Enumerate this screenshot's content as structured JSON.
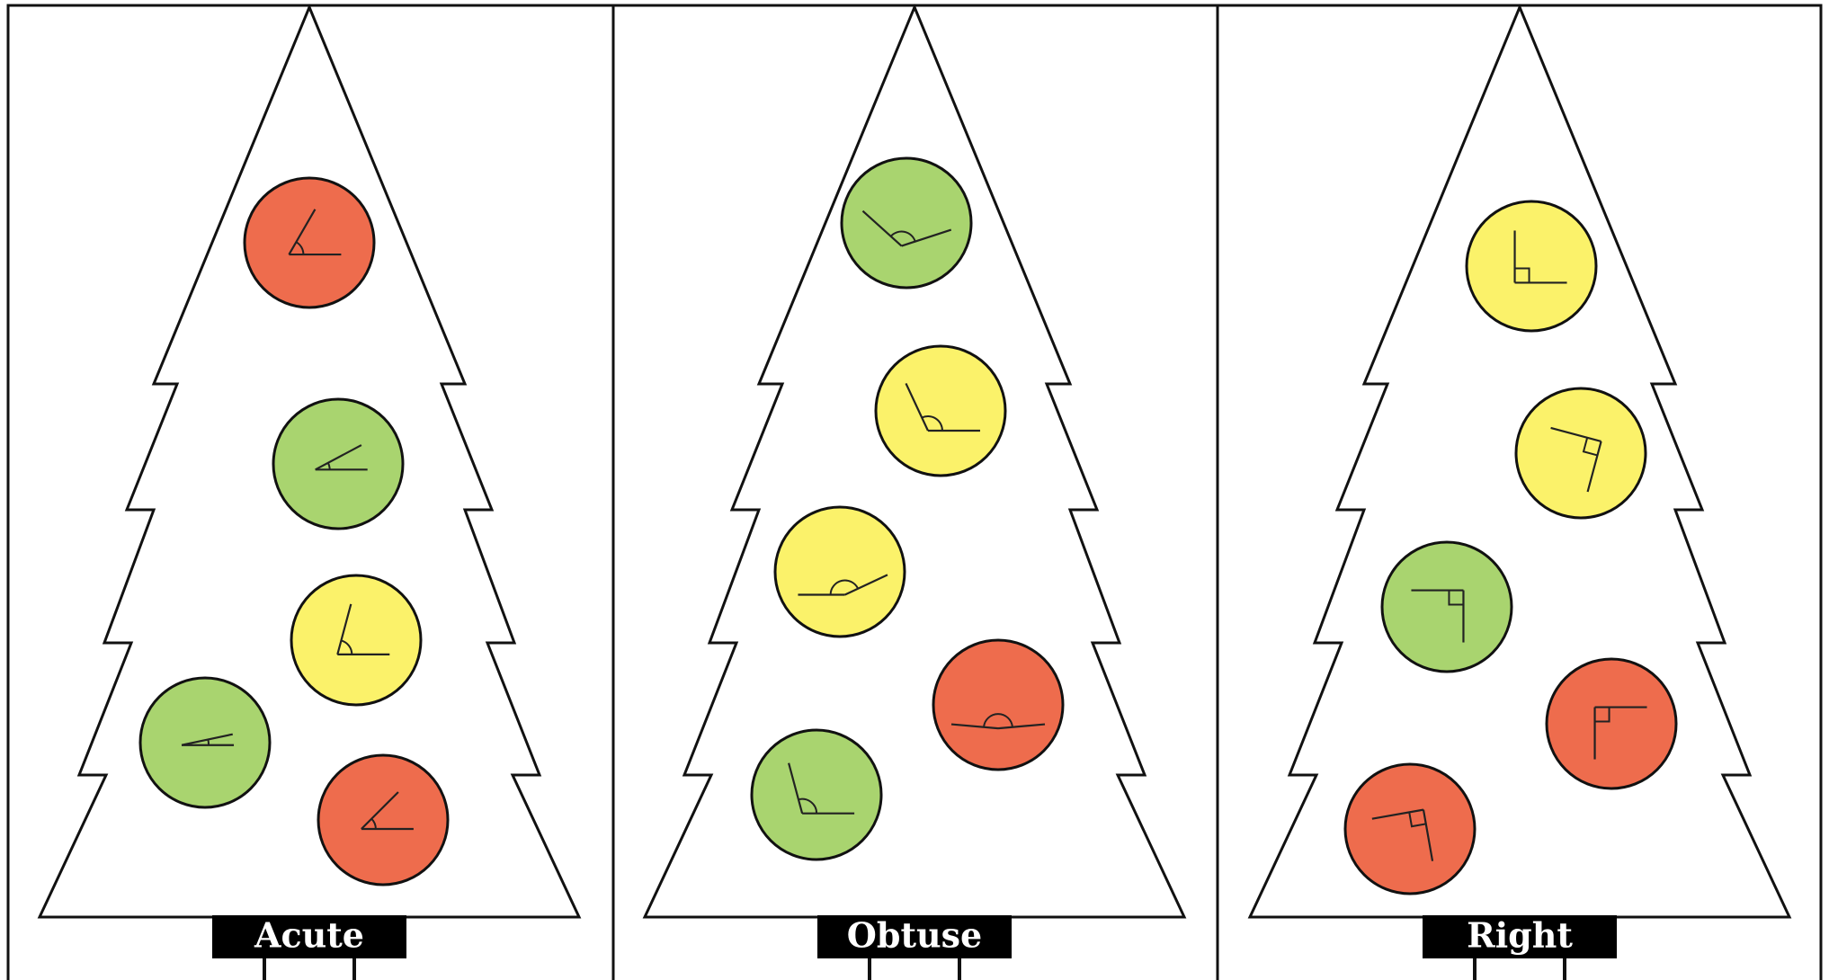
{
  "panels": [
    {
      "label": "Acute",
      "ornaments": [
        {
          "color": "red",
          "angle_type": "acute",
          "angle_deg": 60
        },
        {
          "color": "green",
          "angle_type": "acute",
          "angle_deg": 28
        },
        {
          "color": "yellow",
          "angle_type": "acute",
          "angle_deg": 75
        },
        {
          "color": "green",
          "angle_type": "acute",
          "angle_deg": 12
        },
        {
          "color": "red",
          "angle_type": "acute",
          "angle_deg": 45
        }
      ]
    },
    {
      "label": "Obtuse",
      "ornaments": [
        {
          "color": "green",
          "angle_type": "obtuse",
          "angle_deg": 120
        },
        {
          "color": "yellow",
          "angle_type": "obtuse",
          "angle_deg": 115
        },
        {
          "color": "yellow",
          "angle_type": "obtuse",
          "angle_deg": 155
        },
        {
          "color": "red",
          "angle_type": "obtuse",
          "angle_deg": 170
        },
        {
          "color": "green",
          "angle_type": "obtuse",
          "angle_deg": 105
        }
      ]
    },
    {
      "label": "Right",
      "ornaments": [
        {
          "color": "yellow",
          "angle_type": "right",
          "angle_deg": 90
        },
        {
          "color": "yellow",
          "angle_type": "right",
          "angle_deg": 90
        },
        {
          "color": "green",
          "angle_type": "right",
          "angle_deg": 90
        },
        {
          "color": "red",
          "angle_type": "right",
          "angle_deg": 90
        },
        {
          "color": "red",
          "angle_type": "right",
          "angle_deg": 90
        }
      ]
    }
  ],
  "colors": {
    "red": "#EE6C4D",
    "green": "#A9D46F",
    "yellow": "#FBF26A",
    "outline": "#111111",
    "label_bg": "#000000",
    "label_text": "#FFFFFF",
    "background": "#FFFFFF"
  }
}
